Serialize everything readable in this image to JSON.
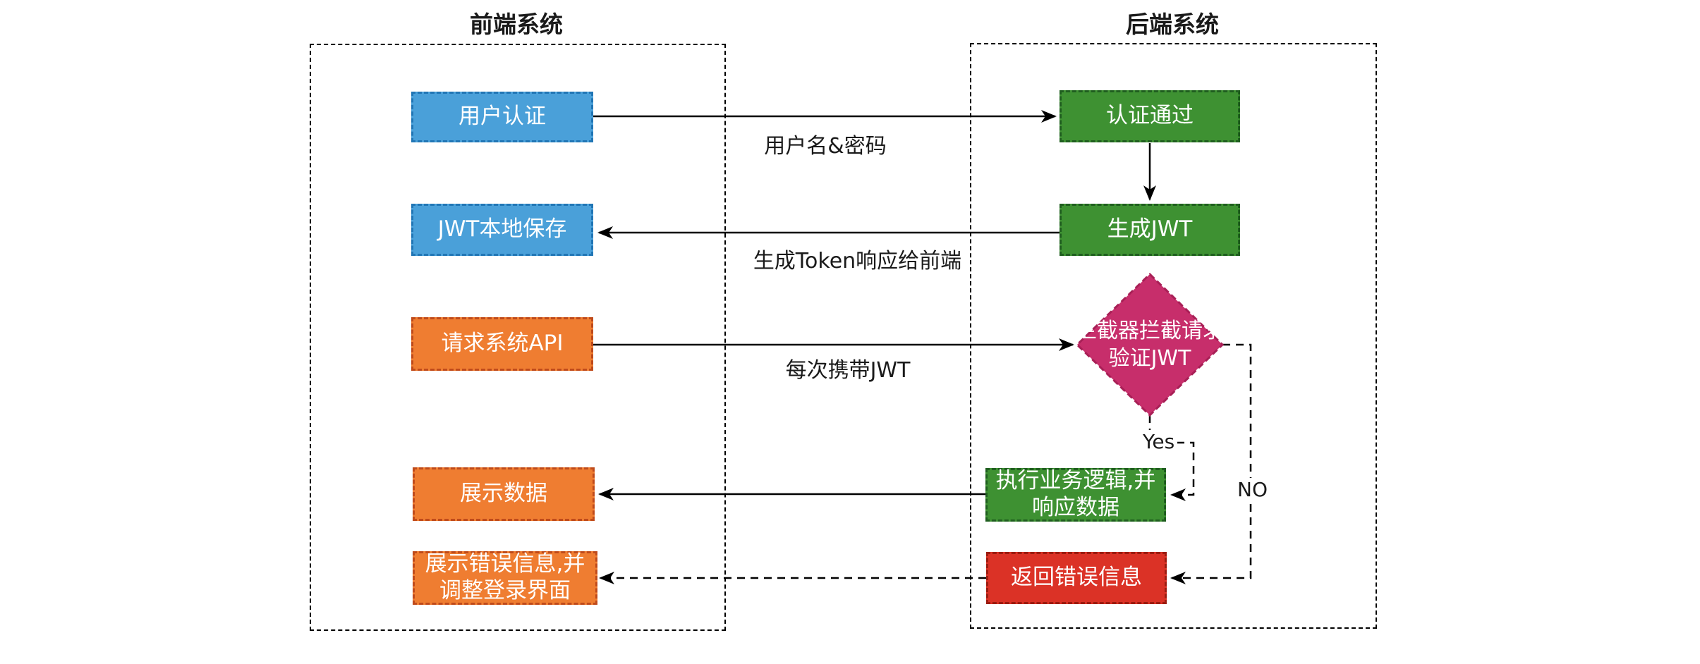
{
  "diagram": {
    "containers": {
      "frontend": {
        "title": "前端系统"
      },
      "backend": {
        "title": "后端系统"
      }
    },
    "nodes": {
      "user_auth": {
        "label": "用户认证"
      },
      "auth_pass": {
        "label": "认证通过"
      },
      "jwt_local_save": {
        "label": "JWT本地保存"
      },
      "generate_jwt": {
        "label": "生成JWT"
      },
      "request_api": {
        "label": "请求系统API"
      },
      "interceptor": {
        "lines": [
          "拦截器拦截请求",
          "验证JWT"
        ]
      },
      "exec_logic": {
        "lines": [
          "执行业务逻辑,并",
          "响应数据"
        ]
      },
      "show_data": {
        "label": "展示数据"
      },
      "return_error": {
        "label": "返回错误信息"
      },
      "show_error": {
        "lines": [
          "展示错误信息,并",
          "调整登录界面"
        ]
      }
    },
    "edges": {
      "username_password": {
        "label": "用户名&密码"
      },
      "token_response": {
        "label": "生成Token响应给前端"
      },
      "carry_jwt": {
        "label": "每次携带JWT"
      },
      "yes": {
        "label": "Yes"
      },
      "no": {
        "label": "NO"
      }
    }
  },
  "colors": {
    "blue_fill": "#4AA0D9",
    "blue_border": "#2176B5",
    "green_fill": "#3E9132",
    "green_border": "#1F5E1F",
    "orange_fill": "#EF7D31",
    "orange_border": "#BF4A1A",
    "red_fill": "#DB3226",
    "red_border": "#9C1C10",
    "magenta_fill": "#C72E6B",
    "magenta_border": "#A81F56",
    "line": "#000000",
    "node_text": "#FFFFFF",
    "label_text": "#1A1A1A"
  }
}
